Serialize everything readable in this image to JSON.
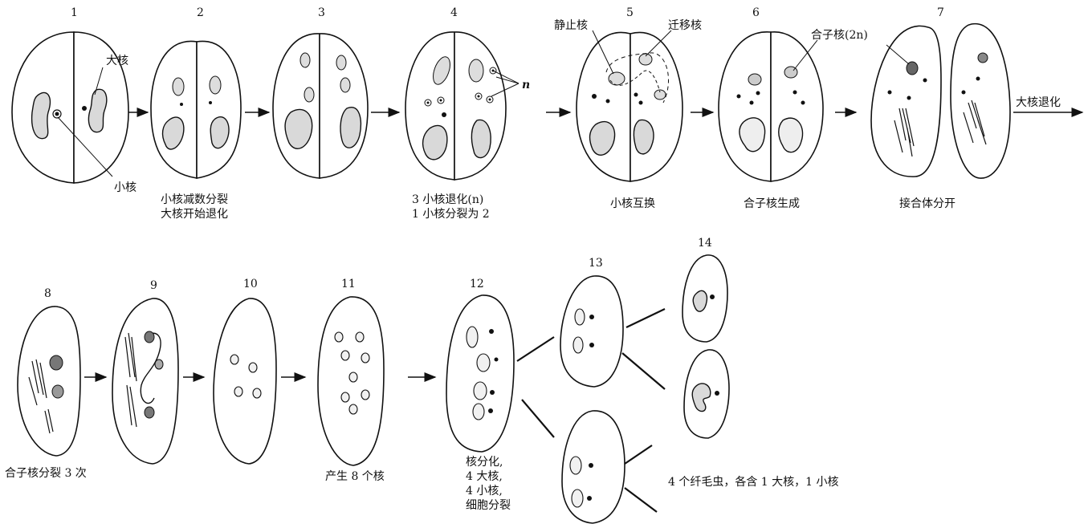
{
  "stage_numbers": [
    "1",
    "2",
    "3",
    "4",
    "5",
    "6",
    "7",
    "8",
    "9",
    "10",
    "11",
    "12",
    "13",
    "14"
  ],
  "labels": {
    "macronucleus": "大核",
    "micronucleus": "小核",
    "n": "n",
    "stationary": "静止核",
    "migratory": "迁移核",
    "zygote": "合子核(2n)",
    "macro_degenerate": "大核退化"
  },
  "captions": {
    "c2a": "小核减数分裂",
    "c2b": "大核开始退化",
    "c4a": "3 小核退化(n)",
    "c4b": "1 小核分裂为 2",
    "c5": "小核互换",
    "c6": "合子核生成",
    "c7": "接合体分开",
    "c8": "合子核分裂 3 次",
    "c11": "产生 8 个核",
    "c12a": "核分化,",
    "c12b": "4 大核,",
    "c12c": "4 小核,",
    "c12d": "细胞分裂",
    "c14": "4 个纤毛虫，各含 1 大核，1 小核"
  }
}
